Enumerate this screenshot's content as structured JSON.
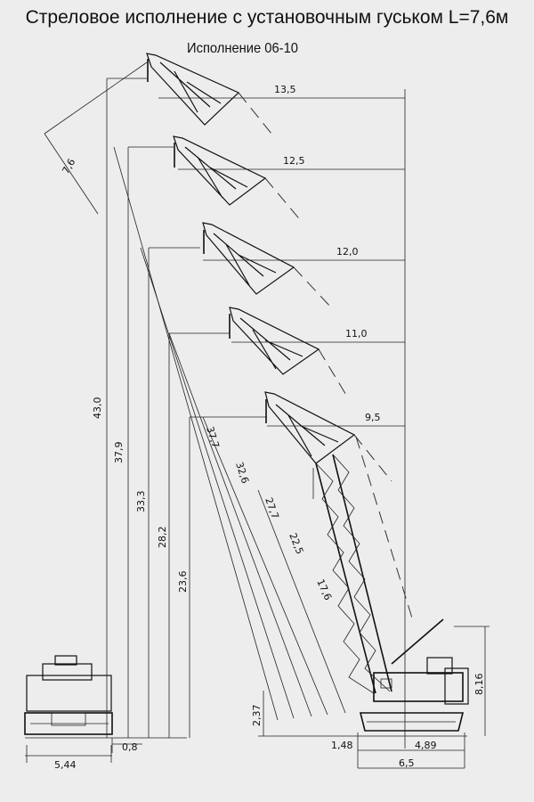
{
  "title": "Стреловое исполнение с установочным гуськом L=7,6м",
  "subtitle": "Исполнение 06-10",
  "dimensions": {
    "jib_length": "7,6",
    "reach": [
      "13,5",
      "12,5",
      "12,0",
      "11,0",
      "9,5"
    ],
    "heights": [
      "43,0",
      "37,9",
      "33,3",
      "28,2",
      "23,6"
    ],
    "boom_lengths": [
      "37,7",
      "32,6",
      "27,7",
      "22,5",
      "17,6"
    ],
    "pivot_height": "2,37",
    "total_height": "8,16",
    "offset": "0,8",
    "track_front": "5,44",
    "track_a": "1,48",
    "track_b": "4,89",
    "base_width": "6,5"
  }
}
